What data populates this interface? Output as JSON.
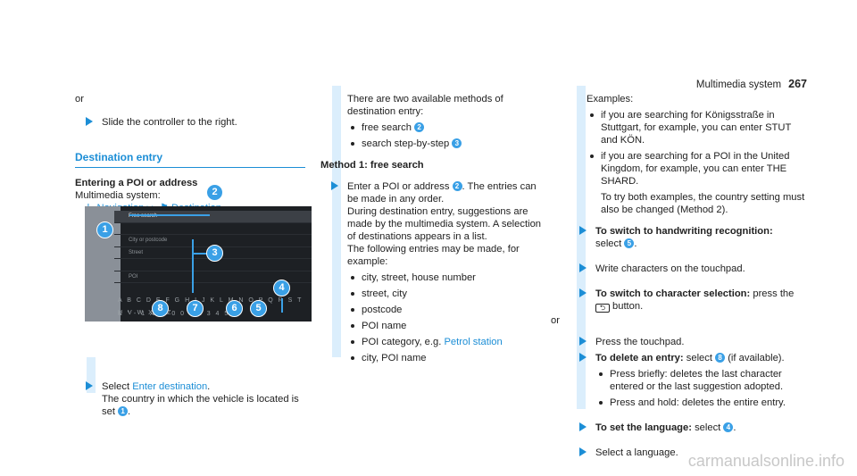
{
  "header": {
    "section": "Multimedia system",
    "page": "267"
  },
  "col1": {
    "or1": "or",
    "step1": "Slide the controller to the right.",
    "section_title": "Destination entry",
    "subhead": "Entering a POI or address",
    "system_label": "Multimedia system:",
    "path_arrow": "↳",
    "path_navigation": "Navigation",
    "path_sep": "▸▸",
    "path_flag": "⚑",
    "path_destination": "Destination",
    "step2_select": "Select",
    "step2_link": "Enter destination",
    "step2_rest": "The country in which the vehicle is located is set",
    "step2_num": "1"
  },
  "screen": {
    "rows": [
      "Free search",
      "",
      "City or postcode",
      "Street",
      "",
      "POI"
    ],
    "keys_row1": "A B C D E F G H I J K L M N O P Q R S T U V W X Y Z",
    "keys_row2": "& ' -  1 Æ Ø  0 0 1 2 3 4 5",
    "callouts": [
      "1",
      "2",
      "3",
      "4",
      "5",
      "6",
      "7",
      "8"
    ]
  },
  "col2": {
    "intro": "There are two available methods of destination entry:",
    "m1": "free search",
    "m1_num": "2",
    "m2": "search step-by-step",
    "m2_num": "3",
    "method_head": "Method 1: free search",
    "step_a": "Enter a POI or address",
    "step_a_num": "2",
    "step_a_rest": ". The entries can be made in any order.",
    "step_a_2": "During destination entry, suggestions are made by the multimedia system. A selection of destinations appears in a list.",
    "step_a_3": "The following entries may be made, for example:",
    "entries": [
      "city, street, house number",
      "street, city",
      "postcode",
      "POI name",
      "POI category, e.g.",
      "city, POI name"
    ],
    "entry_link": "Petrol station"
  },
  "col3": {
    "examples": "Examples:",
    "ex1": "if you are searching for Königsstraße in Stuttgart, for example, you can enter STUT and KÖN.",
    "ex2": "if you are searching for a POI in the United Kingdom, for example, you can enter THE SHARD.",
    "ex_note": "To try both examples, the country setting must also be changed (Method 2).",
    "hw_head": "To switch to handwriting recognition:",
    "hw_rest": "select",
    "hw_num": "5",
    "hw_tail": ".",
    "write": "Write characters on the touchpad.",
    "cs_head": "To switch to character selection:",
    "cs_rest": "press the",
    "cs_icon": "⮌",
    "cs_tail": "button.",
    "or2": "or",
    "press_touch": "Press the touchpad.",
    "del_head": "To delete an entry:",
    "del_rest": "select",
    "del_num": "8",
    "del_tail": "(if available).",
    "del_items": [
      "Press briefly: deletes the last character entered or the last suggestion adopted.",
      "Press and hold: deletes the entire entry."
    ],
    "lang_head": "To set the language:",
    "lang_rest": "select",
    "lang_num": "4",
    "lang_tail": ".",
    "select_lang": "Select a language."
  },
  "footer": {
    "watermark": "carmanualsonline.info"
  }
}
